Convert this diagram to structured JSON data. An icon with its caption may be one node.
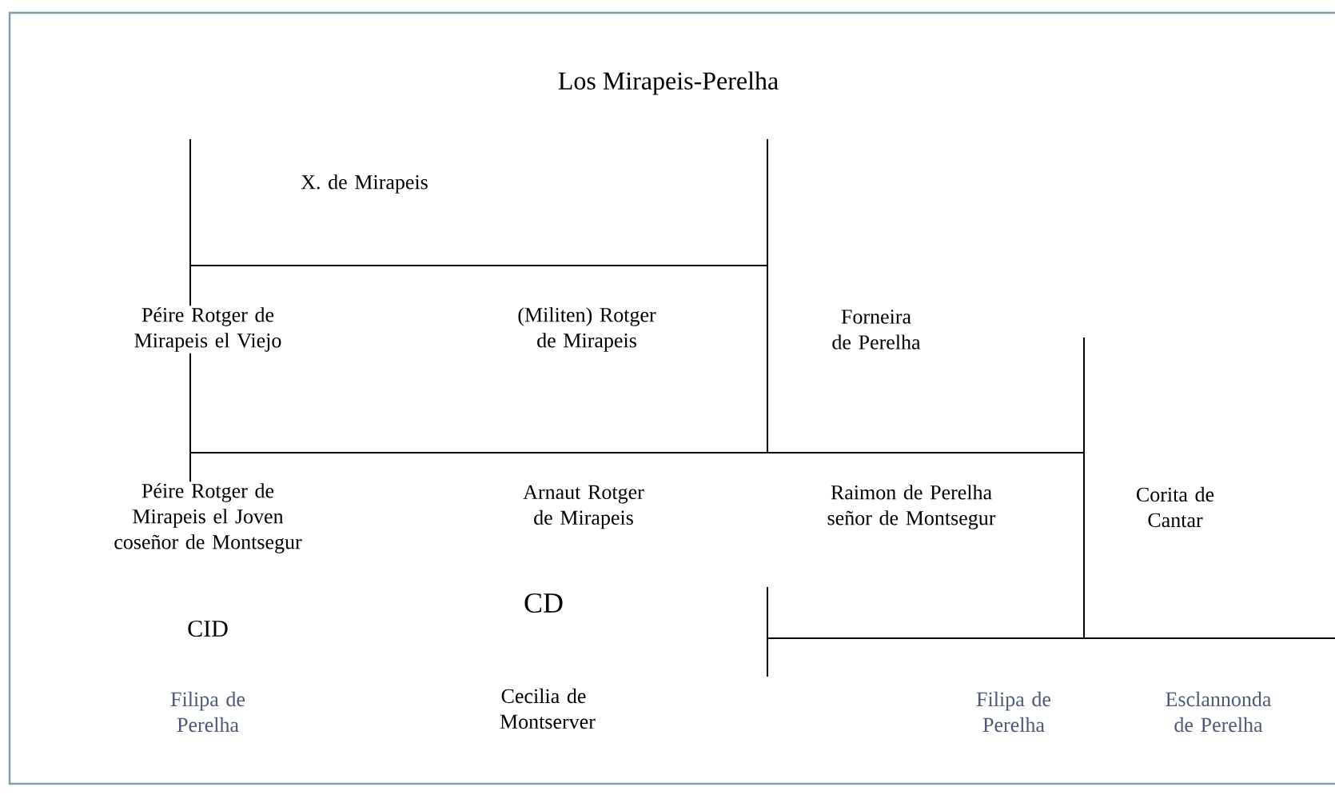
{
  "diagram": {
    "title": "Los Mirapeis-Perelha",
    "labels": [
      "X. de Mirapeis",
      "Péire Rotger de Mirapeis el Viejo",
      "(Militen) Rotger de Mirapeis",
      "Forneira de Perelha",
      "Péire Rotger de Mirapeis el Joven coseñor de Montsegur",
      "Arnaut Rotger de Mirapeis",
      "Raimon de Perelha señor de Montsegur",
      "Corita de Cantar",
      "CID",
      "CD",
      "Filipa de Perelha",
      "Cecilia de Montserver",
      "Filipa de Perelha",
      "Esclannonda de Perelha"
    ]
  }
}
